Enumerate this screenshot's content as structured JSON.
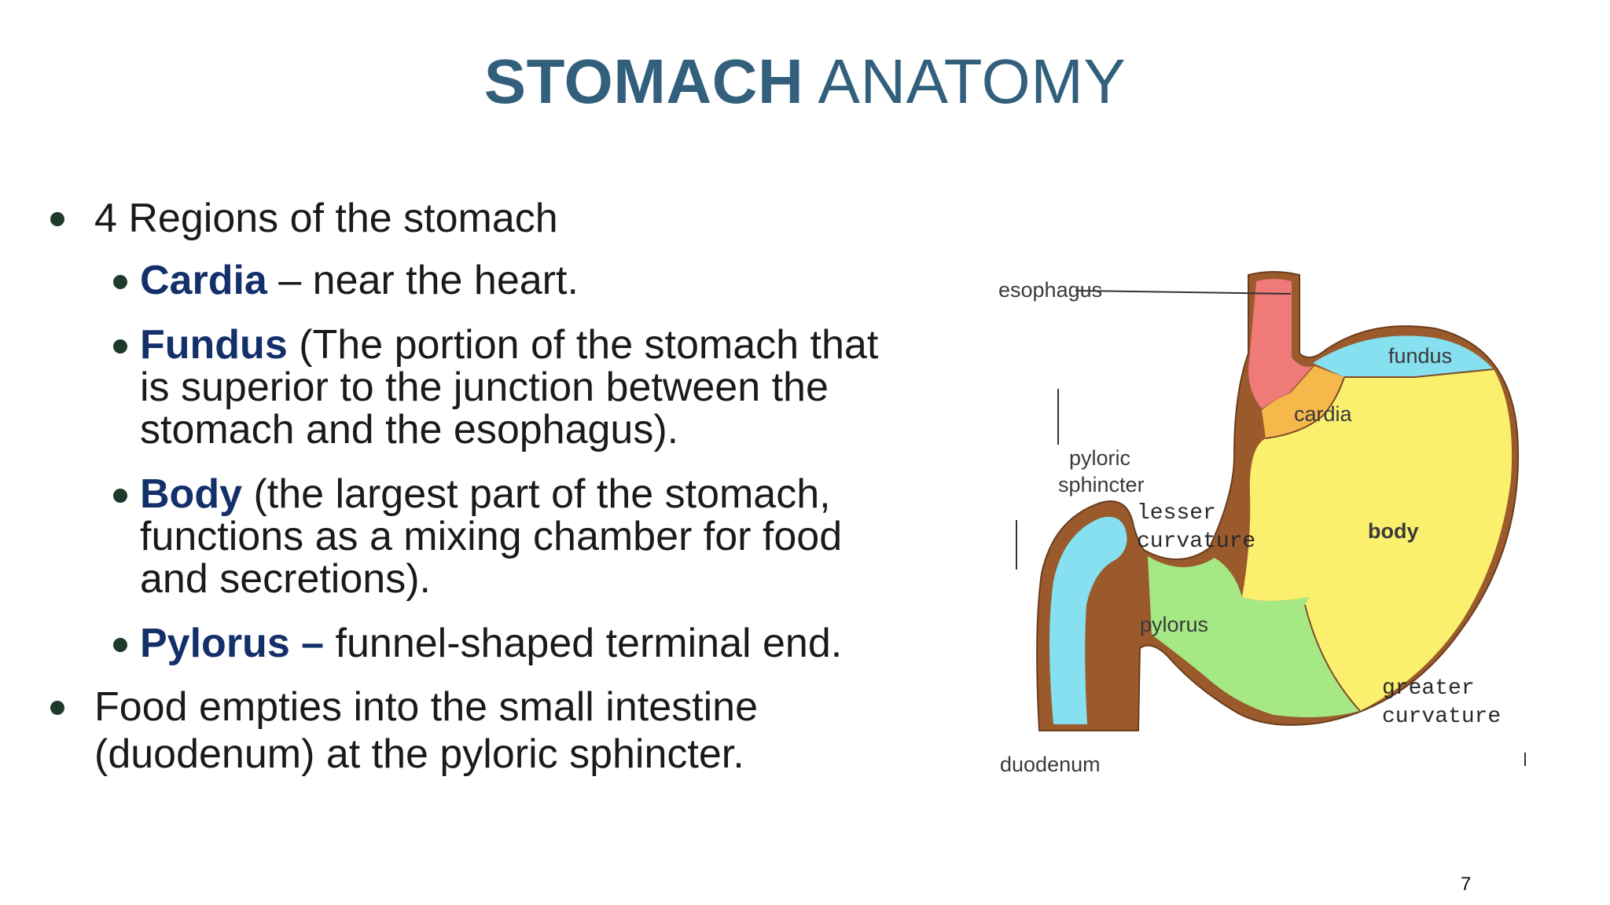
{
  "title": {
    "bold": "STOMACH",
    "regular": "ANATOMY"
  },
  "bullets": {
    "regions_intro": "4 Regions of the stomach",
    "cardia": {
      "term": "Cardia",
      "text": " – near the heart."
    },
    "fundus": {
      "term": "Fundus",
      "text": " (The portion of the stomach that is superior to the junction between the stomach and the esophagus)."
    },
    "body": {
      "term": "Body",
      "text": " (the largest part of the stomach, functions as a mixing chamber for food and secretions)."
    },
    "pylorus": {
      "term": "Pylorus –",
      "text": " funnel-shaped terminal end."
    },
    "food": "Food empties into the small intestine (duodenum) at the pyloric sphincter."
  },
  "diagram": {
    "labels": {
      "esophagus": "esophagus",
      "fundus": "fundus",
      "cardia": "cardia",
      "pyloric_sphincter_1": "pyloric",
      "pyloric_sphincter_2": "sphincter",
      "lesser_curvature_1": "lesser",
      "lesser_curvature_2": "curvature",
      "body": "body",
      "pylorus": "pylorus",
      "greater_curvature_1": "greater",
      "greater_curvature_2": "curvature",
      "duodenum": "duodenum"
    },
    "colors": {
      "wall": "#9a5a2c",
      "esophagus": "#ef7a78",
      "fundus": "#86e0ef",
      "cardia": "#f6b84a",
      "body": "#fbf06e",
      "pylorus": "#a6e883",
      "duodenum": "#86e0ef"
    }
  },
  "page_number": "7"
}
